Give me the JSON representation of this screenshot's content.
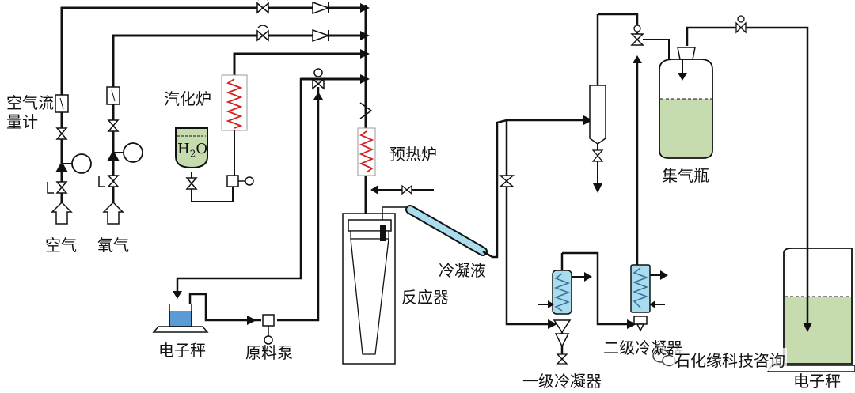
{
  "labels": {
    "air_flowmeter": "空气流量计",
    "air": "空气",
    "oxygen": "氧气",
    "vaporizer": "汽化炉",
    "water": "H2O",
    "preheater": "预热炉",
    "reactor": "反应器",
    "condensate": "冷凝液",
    "scale_left": "电子秤",
    "feed_pump": "原料泵",
    "primary_condenser": "一级冷凝器",
    "secondary_condenser": "二级冷凝器",
    "gas_bottle": "集气瓶",
    "scale_right": "电子秤"
  },
  "watermark": "石化缘科技咨询",
  "colors": {
    "line": "#111111",
    "heater_coil": "#d42020",
    "water_fill": "#c6dcaf",
    "condenser_body": "#a9dcec",
    "condenser_coil": "#3a6fa0",
    "liquid_blue": "#5b9bd5"
  }
}
